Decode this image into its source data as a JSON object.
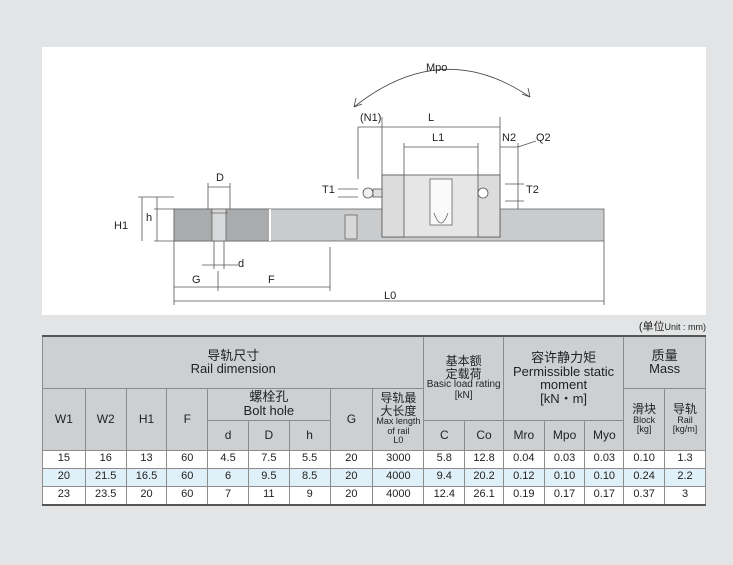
{
  "drawing": {
    "labels": {
      "mpo": "Mpo",
      "n1": "(N1)",
      "l": "L",
      "l1": "L1",
      "n2": "N2",
      "q2": "Q2",
      "t1": "T1",
      "t2": "T2",
      "d_upper": "D",
      "h1": "H1",
      "h": "h",
      "d_lower": "d",
      "g": "G",
      "f": "F",
      "l0": "L0"
    }
  },
  "unit_label": {
    "cn": "(单位",
    "en": "Unit : mm)"
  },
  "table": {
    "rail_dimension": {
      "cn": "导轨尺寸",
      "en": "Rail dimension"
    },
    "w1": "W1",
    "w2": "W2",
    "h1": "H1",
    "f": "F",
    "bolt_hole": {
      "cn": "螺栓孔",
      "en": "Bolt hole"
    },
    "d_small": "d",
    "d_big": "D",
    "h": "h",
    "g": "G",
    "max_length": {
      "cn1": "导轨最",
      "cn2": "大长度",
      "en": "Max length of rail",
      "sym": "L0"
    },
    "basic_load": {
      "cn1": "基本额",
      "cn2": "定载荷",
      "en": "Basic load rating",
      "unit": "[kN]"
    },
    "c": "C",
    "co": "Co",
    "static_moment": {
      "cn": "容许静力矩",
      "en": "Permissible static moment",
      "unit": "[kN・m]"
    },
    "mro": "Mro",
    "mpo": "Mpo",
    "myo": "Myo",
    "mass": {
      "cn": "质量",
      "en": "Mass"
    },
    "block": {
      "cn": "滑块",
      "en": "Block",
      "unit": "[kg]"
    },
    "rail": {
      "cn": "导轨",
      "en": "Rail",
      "unit": "[kg/m]"
    },
    "rows": [
      [
        "15",
        "16",
        "13",
        "60",
        "4.5",
        "7.5",
        "5.5",
        "20",
        "3000",
        "5.8",
        "12.8",
        "0.04",
        "0.03",
        "0.03",
        "0.10",
        "1.3"
      ],
      [
        "20",
        "21.5",
        "16.5",
        "60",
        "6",
        "9.5",
        "8.5",
        "20",
        "4000",
        "9.4",
        "20.2",
        "0.12",
        "0.10",
        "0.10",
        "0.24",
        "2.2"
      ],
      [
        "23",
        "23.5",
        "20",
        "60",
        "7",
        "11",
        "9",
        "20",
        "4000",
        "12.4",
        "26.1",
        "0.19",
        "0.17",
        "0.17",
        "0.37",
        "3"
      ]
    ]
  }
}
